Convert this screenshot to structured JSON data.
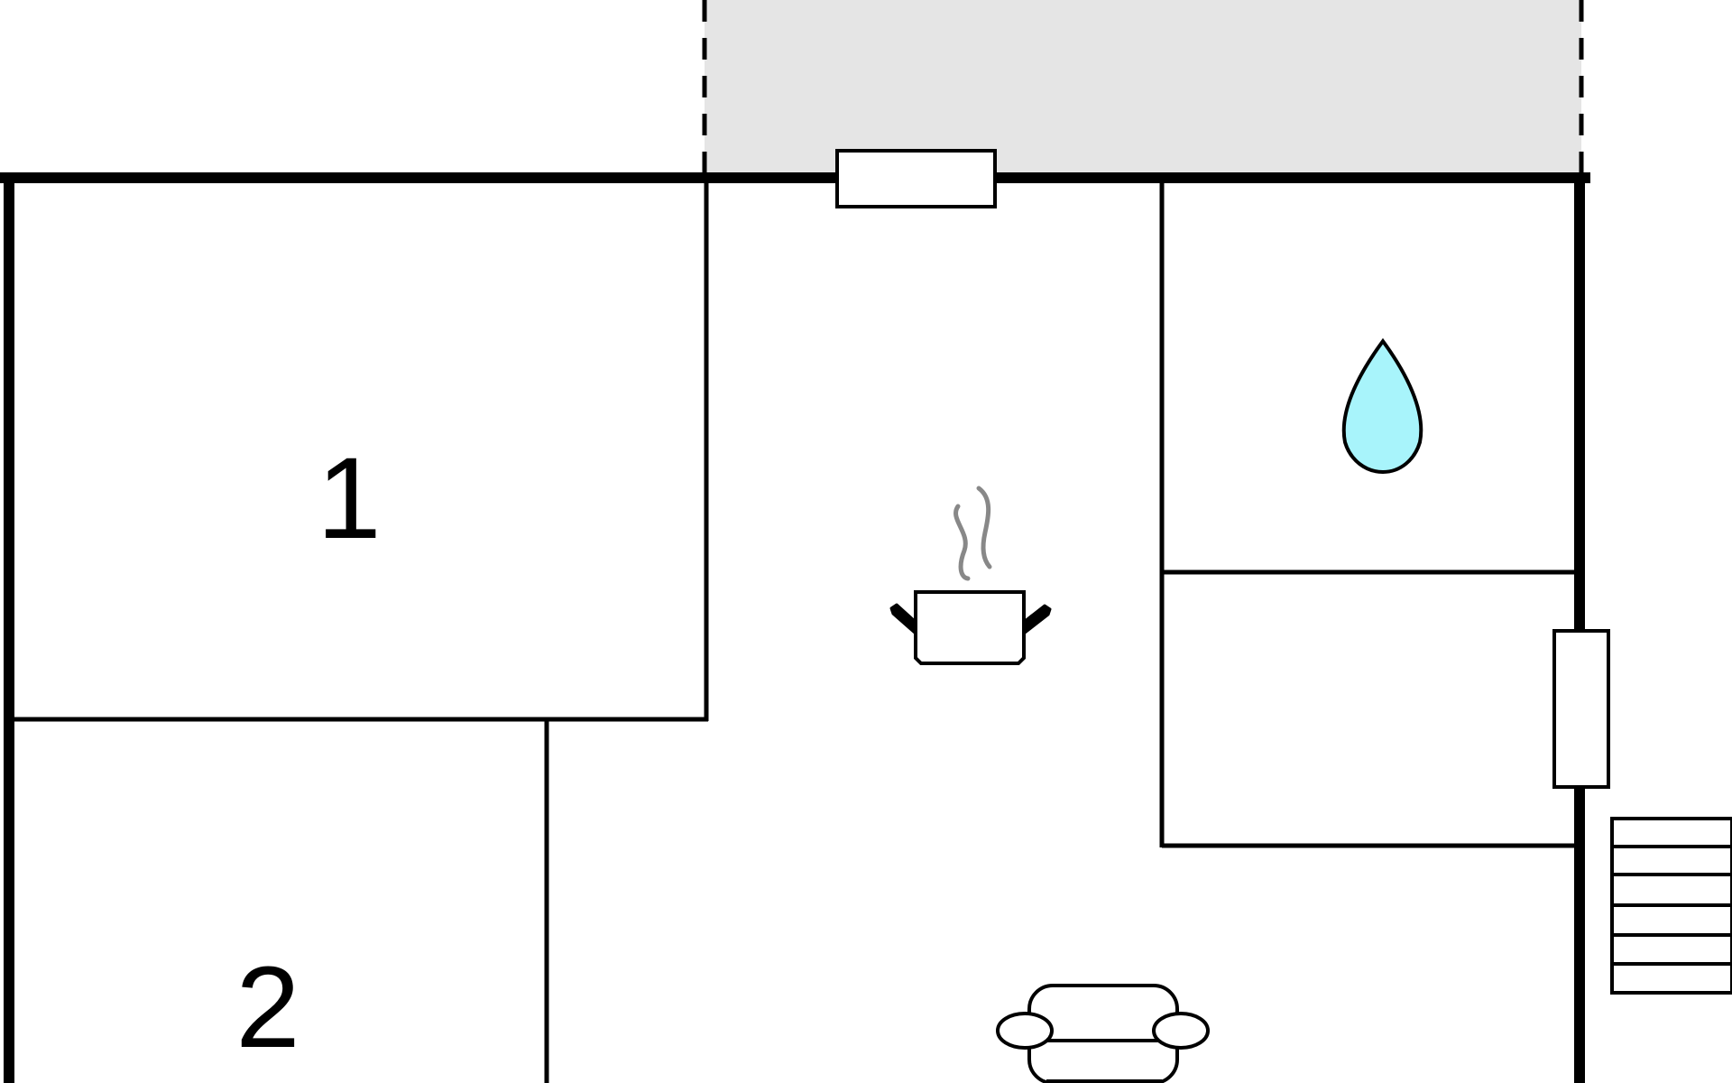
{
  "plan": {
    "rooms": [
      {
        "id": "room-1",
        "label": "1"
      },
      {
        "id": "room-2",
        "label": "2"
      }
    ],
    "icons": {
      "kitchen": "cooking-pot-icon",
      "bathroom": "water-drop-icon",
      "living": "sofa-icon",
      "stairs": "stairs-icon"
    },
    "colors": {
      "wall": "#000000",
      "terrace": "#e5e5e5",
      "water": "#a8f4fb",
      "steam": "#888888",
      "background": "#ffffff"
    }
  }
}
